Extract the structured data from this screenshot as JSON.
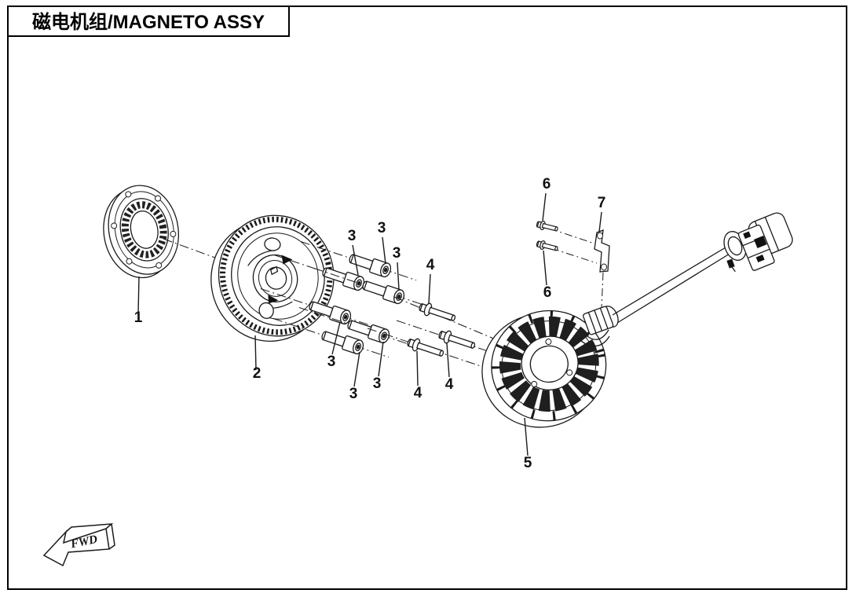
{
  "page": {
    "title": "磁电机组/MAGNETO ASSY"
  },
  "fwd": {
    "label": "FWD"
  },
  "callouts": [
    {
      "id": "1",
      "label": "1"
    },
    {
      "id": "2",
      "label": "2"
    },
    {
      "id": "3a",
      "label": "3"
    },
    {
      "id": "3b",
      "label": "3"
    },
    {
      "id": "3c",
      "label": "3"
    },
    {
      "id": "3d",
      "label": "3"
    },
    {
      "id": "3e",
      "label": "3"
    },
    {
      "id": "3f",
      "label": "3"
    },
    {
      "id": "4a",
      "label": "4"
    },
    {
      "id": "4b",
      "label": "4"
    },
    {
      "id": "4c",
      "label": "4"
    },
    {
      "id": "5",
      "label": "5"
    },
    {
      "id": "6a",
      "label": "6"
    },
    {
      "id": "6b",
      "label": "6"
    },
    {
      "id": "7",
      "label": "7"
    }
  ],
  "colors": {
    "line": "#1a1a1a",
    "background": "#ffffff"
  }
}
